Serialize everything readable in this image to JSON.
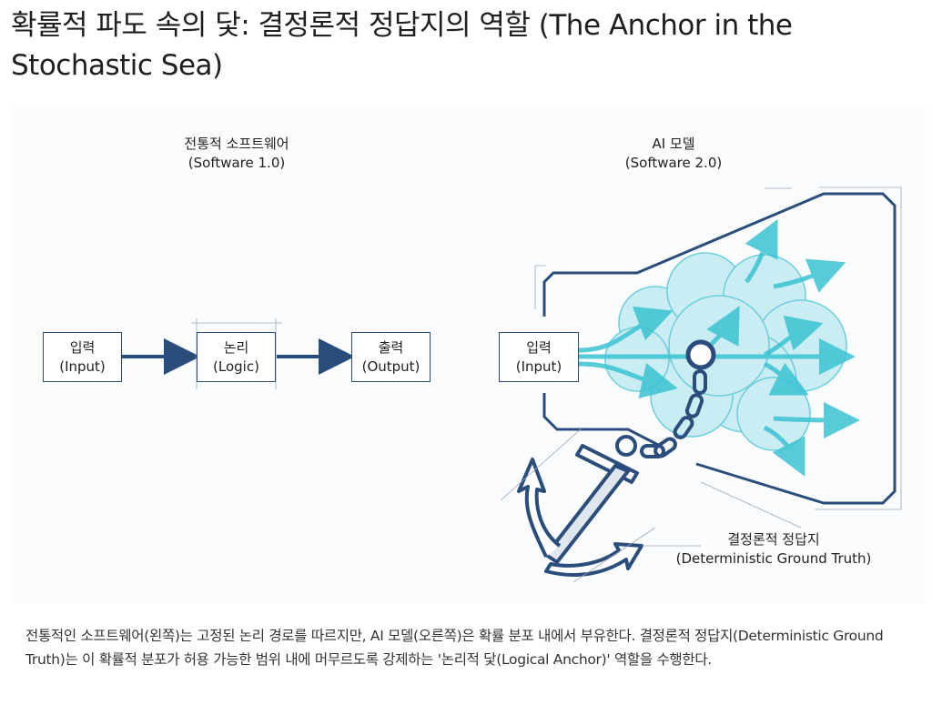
{
  "title": "확률적 파도 속의 닻: 결정론적 정답지의 역할 (The Anchor in the Stochastic Sea)",
  "left_panel": {
    "heading": "전통적 소프트웨어",
    "subheading": "(Software 1.0)",
    "boxes": [
      {
        "ko": "입력",
        "en": "(Input)"
      },
      {
        "ko": "논리",
        "en": "(Logic)"
      },
      {
        "ko": "출력",
        "en": "(Output)"
      }
    ]
  },
  "right_panel": {
    "heading": "AI 모델",
    "subheading": "(Software 2.0)",
    "input_box": {
      "ko": "입력",
      "en": "(Input)"
    },
    "anchor_label": "결정론적 정답지",
    "anchor_sublabel": "(Deterministic Ground Truth)"
  },
  "caption": "전통적인 소프트웨어(왼쪽)는 고정된 논리 경로를 따르지만, AI 모델(오른쪽)은 확률 분포 내에서 부유한다. 결정론적 정답지(Deterministic Ground Truth)는 이 확률적 분포가 허용 가능한 범위 내에 머무르도록 강제하는 '논리적 닻(Logical Anchor)' 역할을 수행한다.",
  "colors": {
    "navy": "#2b4d7c",
    "teal": "#3cc3d3",
    "cloud": "#bfeaf0"
  }
}
